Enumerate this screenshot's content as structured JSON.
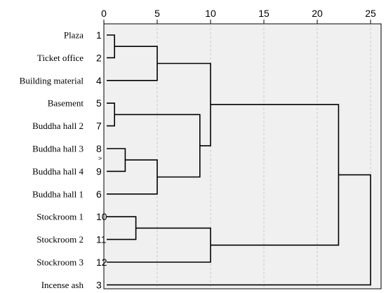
{
  "chart_data": {
    "type": "dendrogram",
    "title": "",
    "xlabel": "",
    "ylabel": "",
    "xlim": [
      0,
      25
    ],
    "x_ticks": [
      0,
      5,
      10,
      15,
      20,
      25
    ],
    "grid": true,
    "leaves": [
      {
        "name": "Plaza",
        "id": "1"
      },
      {
        "name": "Ticket office",
        "id": "2"
      },
      {
        "name": "Building material",
        "id": "4"
      },
      {
        "name": "Basement",
        "id": "5"
      },
      {
        "name": "Buddha hall 2",
        "id": "7"
      },
      {
        "name": "Buddha hall 3",
        "id": "8"
      },
      {
        "name": "Buddha hall 4",
        "id": "9"
      },
      {
        "name": "Buddha hall 1",
        "id": "6"
      },
      {
        "name": "Stockroom 1",
        "id": "10"
      },
      {
        "name": "Stockroom 2",
        "id": "11"
      },
      {
        "name": "Stockroom 3",
        "id": "12"
      },
      {
        "name": "Incense ash",
        "id": "3"
      }
    ],
    "merges": [
      {
        "a": "L0",
        "b": "L1",
        "distance": 1
      },
      {
        "a": "L3",
        "b": "L4",
        "distance": 1
      },
      {
        "a": "L5",
        "b": "L6",
        "distance": 2
      },
      {
        "a": "L8",
        "b": "L9",
        "distance": 3
      },
      {
        "a": "N0",
        "b": "L2",
        "distance": 5
      },
      {
        "a": "N2",
        "b": "L7",
        "distance": 5
      },
      {
        "a": "N1",
        "b": "N5",
        "distance": 9
      },
      {
        "a": "N4",
        "b": "N6",
        "distance": 10
      },
      {
        "a": "N3",
        "b": "L10",
        "distance": 10
      },
      {
        "a": "N7",
        "b": "N8",
        "distance": 22
      },
      {
        "a": "N9",
        "b": "L11",
        "distance": 25
      }
    ]
  }
}
